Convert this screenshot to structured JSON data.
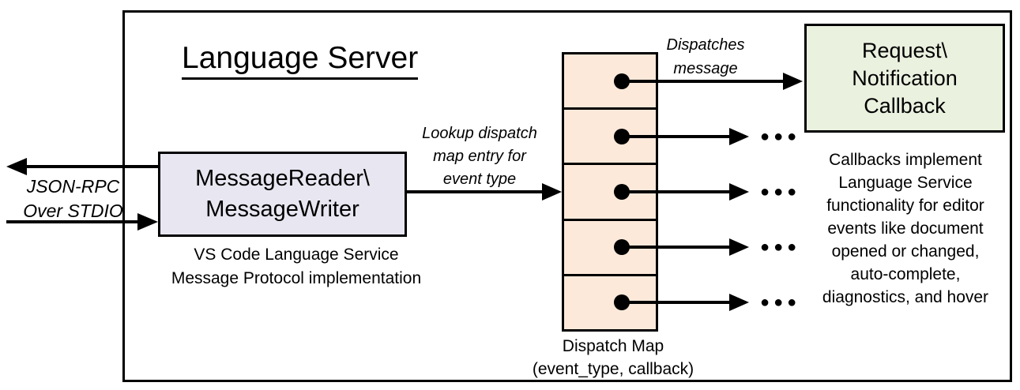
{
  "colors": {
    "line": "#000000",
    "reader_box_fill": "#E8E7F1",
    "dispatch_map_fill": "#FCE9DA",
    "callback_box_fill": "#EAF1DF",
    "background": "#FFFFFF"
  },
  "diagram": {
    "title": "Language Server",
    "io_label": "JSON-RPC\nOver STDIO",
    "reader_box": "MessageReader\\\nMessageWriter",
    "reader_caption": "VS Code Language Service\nMessage Protocol implementation",
    "lookup_label": "Lookup dispatch\nmap entry for\nevent type",
    "dispatches_label": "Dispatches\nmessage",
    "callback_box": "Request\\\nNotification\nCallback",
    "callback_note": "Callbacks implement\nLanguage Service\nfunctionality for editor\nevents like document\nopened or changed,\nauto-complete,\ndiagnostics, and hover",
    "map_caption": "Dispatch Map\n(event_type, callback)",
    "ellipsis": "●●●"
  }
}
